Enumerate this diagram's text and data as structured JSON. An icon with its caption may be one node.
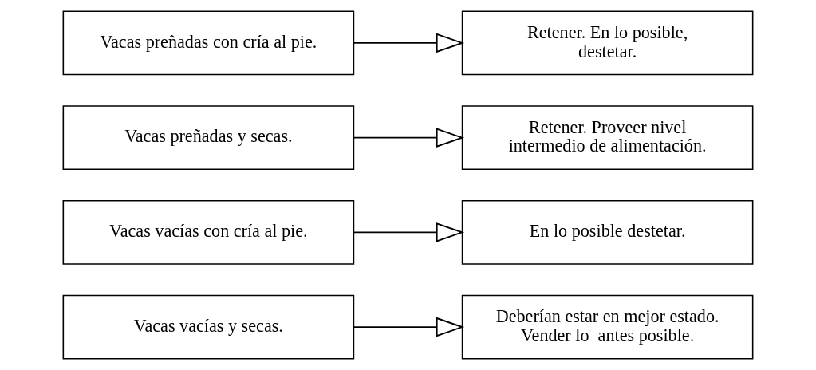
{
  "diagram": {
    "nodes": [
      {
        "text": [
          "Vacas preñadas con cría al pie."
        ]
      },
      {
        "text": [
          "Retener. En lo posible, destetar."
        ]
      },
      {
        "text": [
          "Vacas preñadas y secas."
        ]
      },
      {
        "text": [
          "Retener. Proveer nivel intermedio de alimentación."
        ]
      },
      {
        "text": [
          "Vacas vacías con cría al pie."
        ]
      },
      {
        "text": [
          "En lo posible destetar."
        ]
      },
      {
        "text": [
          "Vacas vacías y secas."
        ]
      },
      {
        "text": [
          "Deberían estar en mejor estado. Vender lo  antes posible."
        ]
      }
    ],
    "edges": [
      {
        "from": 0,
        "to": 1,
        "arrow": "to"
      },
      {
        "from": 2,
        "to": 3,
        "arrow": "to"
      },
      {
        "from": 4,
        "to": 5,
        "arrow": "to"
      },
      {
        "from": 6,
        "to": 7,
        "arrow": "to"
      }
    ]
  }
}
